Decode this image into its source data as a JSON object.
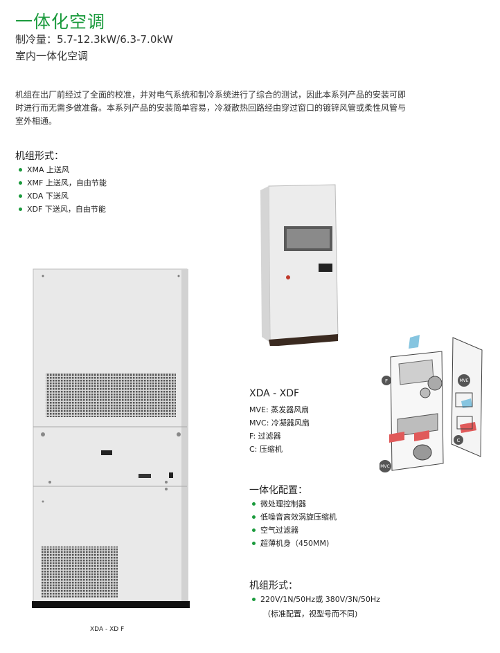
{
  "header": {
    "title": "一体化空调",
    "subtitle1": "制冷量：5.7-12.3kW/6.3-7.0kW",
    "subtitle2": "室内一体化空调"
  },
  "intro": "机组在出厂前经过了全面的校准，并对电气系统和制冷系统进行了综合的测试，因此本系列产品的安装可即时进行而无需多做准备。本系列产品的安装简单容易，冷凝散热回路经由穿过窗口的镀锌风管或柔性风管与室外相通。",
  "unit_forms": {
    "heading": "机组形式：",
    "items": [
      "XMA 上送风",
      "XMF 上送风，自由节能",
      "XDA 下送风",
      "XDF 下送风，自由节能"
    ]
  },
  "diagram": {
    "model": "XDA - XDF",
    "legend": [
      "MVE: 蒸发器风扇",
      "MVC: 冷凝器风扇",
      "F: 过滤器",
      "C: 压缩机"
    ],
    "labels": {
      "f": "F",
      "mve": "MVE",
      "c": "C",
      "mvc": "MVC"
    }
  },
  "config": {
    "heading": "一体化配置：",
    "items": [
      "微处理控制器",
      "低噪音高效涡旋压缩机",
      "空气过滤器",
      "超薄机身（450MM)"
    ]
  },
  "power": {
    "heading": "机组形式：",
    "items": [
      "220V/1N/50Hz或 380V/3N/50Hz"
    ],
    "note": "（标准配置，视型号而不同)"
  },
  "image_caption": "XDA - XD F",
  "colors": {
    "accent": "#1a9a3c"
  }
}
